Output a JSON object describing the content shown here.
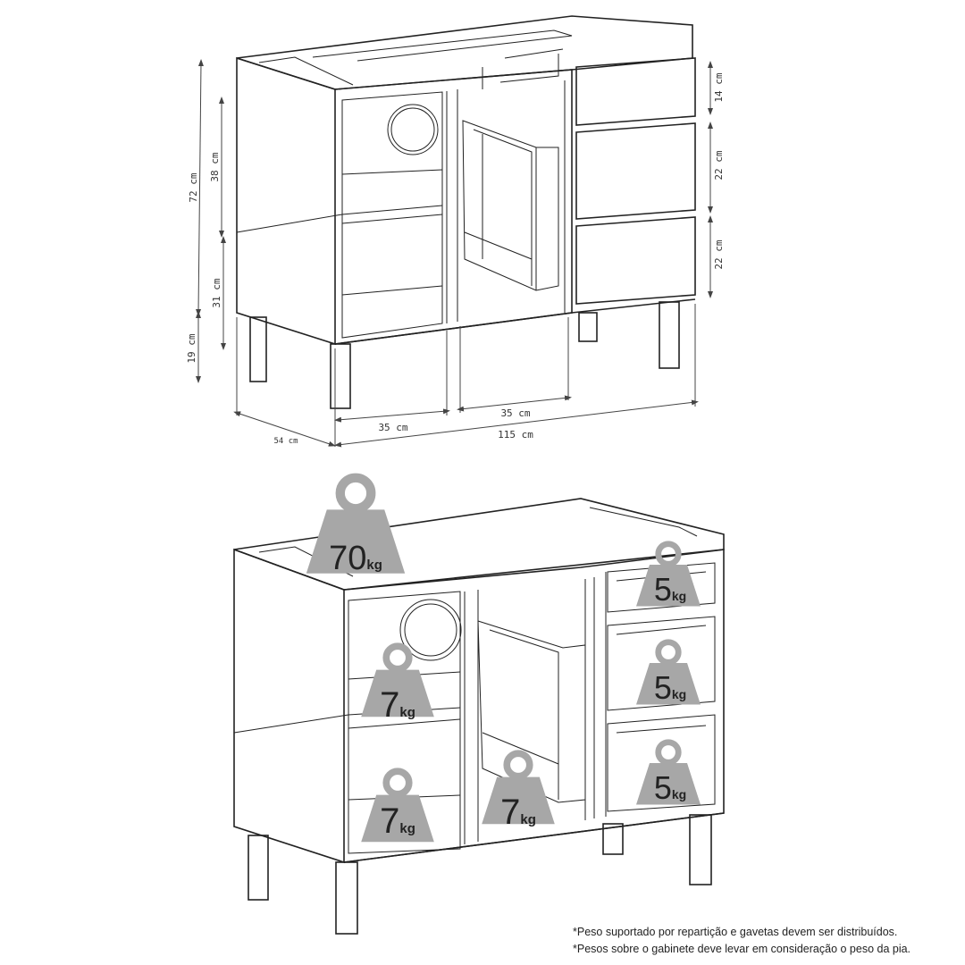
{
  "top_view": {
    "dimensions": {
      "total_height": "72 cm",
      "upper_shelf": "38 cm",
      "lower_shelf": "31 cm",
      "leg_height": "19 cm",
      "drawer_1": "14 cm",
      "drawer_2": "22 cm",
      "drawer_3": "22 cm",
      "left_width": "35 cm",
      "middle_width": "35 cm",
      "total_width": "115 cm",
      "depth": "54 cm"
    }
  },
  "bottom_view": {
    "weights": [
      {
        "value": "70",
        "unit": "kg",
        "location": "top"
      },
      {
        "value": "7",
        "unit": "kg",
        "location": "upper-left-shelf"
      },
      {
        "value": "7",
        "unit": "kg",
        "location": "lower-left-shelf"
      },
      {
        "value": "7",
        "unit": "kg",
        "location": "pull-out-basket"
      },
      {
        "value": "5",
        "unit": "kg",
        "location": "drawer-1"
      },
      {
        "value": "5",
        "unit": "kg",
        "location": "drawer-2"
      },
      {
        "value": "5",
        "unit": "kg",
        "location": "drawer-3"
      }
    ]
  },
  "notes": [
    "*Peso suportado por repartição e gavetas devem ser distribuídos.",
    "*Pesos sobre o gabinete deve levar em consideração o peso da pia."
  ]
}
